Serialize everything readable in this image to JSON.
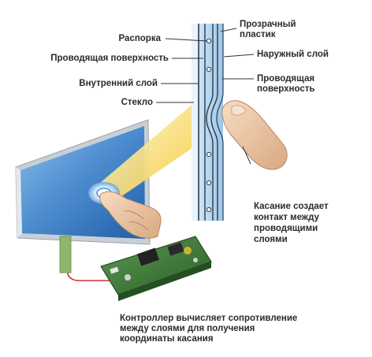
{
  "labels": {
    "spacer": "Распорка",
    "conductive_surface_left": "Проводящая поверхность",
    "inner_layer": "Внутренний слой",
    "glass": "Стекло",
    "transparent_plastic": "Прозрачный\nпластик",
    "outer_layer": "Наружный слой",
    "conductive_surface_right": "Проводящая\nповерхность",
    "touch_note": "Касание создает\nконтакт между\nпроводящими\nслоями",
    "controller_note": "Контроллер вычисляет сопротивление\nмежду слоями для получения\nкоординаты касания"
  },
  "colors": {
    "panel_blue": "#4f8fd0",
    "panel_frame": "#d8dde3",
    "glass_strip": "#b9d8f2",
    "layer_line": "#2f3a46",
    "beam_yellow": "#f7d94a",
    "board_green": "#3f7d3a",
    "ribbon_red": "#c8322a",
    "skin": "#f2cfae"
  }
}
